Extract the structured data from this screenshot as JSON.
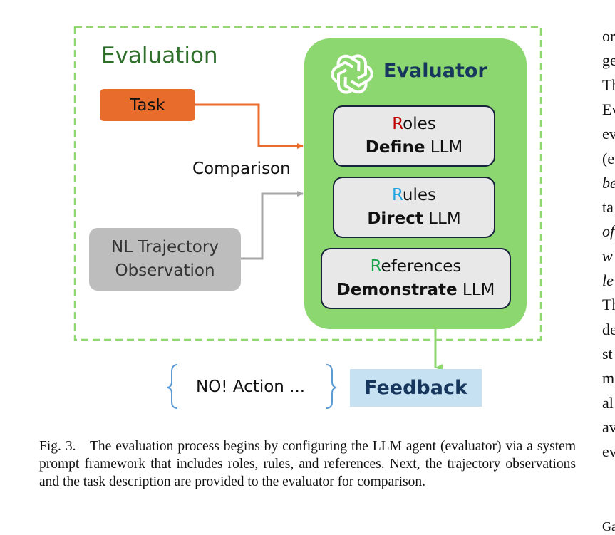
{
  "diagram": {
    "title": "Evaluation",
    "task_label": "Task",
    "comparison_label": "Comparison",
    "trajectory_line1": "NL Trajectory",
    "trajectory_line2": "Observation",
    "evaluator_title": "Evaluator",
    "cards": [
      {
        "initial": "R",
        "rest": "oles",
        "verb": "Define",
        "suffix": " LLM",
        "initial_color": "#c00000"
      },
      {
        "initial": "R",
        "rest": "ules",
        "verb": "Direct",
        "suffix": " LLM",
        "initial_color": "#1fa3e0"
      },
      {
        "initial": "R",
        "rest": "eferences",
        "verb": "Demonstrate",
        "suffix": " LLM",
        "initial_color": "#18a34a"
      }
    ],
    "no_action": "NO! Action ...",
    "feedback": "Feedback"
  },
  "caption": "Fig. 3. The evaluation process begins by configuring the LLM agent (evaluator) via a system prompt framework that includes roles, rules, and references. Next, the trajectory observations and the task description are provided to the evaluator for comparison.",
  "side_text": [
    "or",
    "ge",
    "Th",
    "Ev",
    "ev",
    "(e",
    "be",
    "ta",
    "of",
    "w",
    "le",
    "Th",
    "de",
    "st",
    "m",
    "al",
    "av",
    "ev"
  ],
  "side_bottom": "Ga",
  "colors": {
    "border_green": "#8fd86f",
    "task_orange": "#e86c2c",
    "arrow_gray": "#a6a6a6",
    "brace_blue": "#5b9bd5",
    "title_navy": "#17365d"
  }
}
